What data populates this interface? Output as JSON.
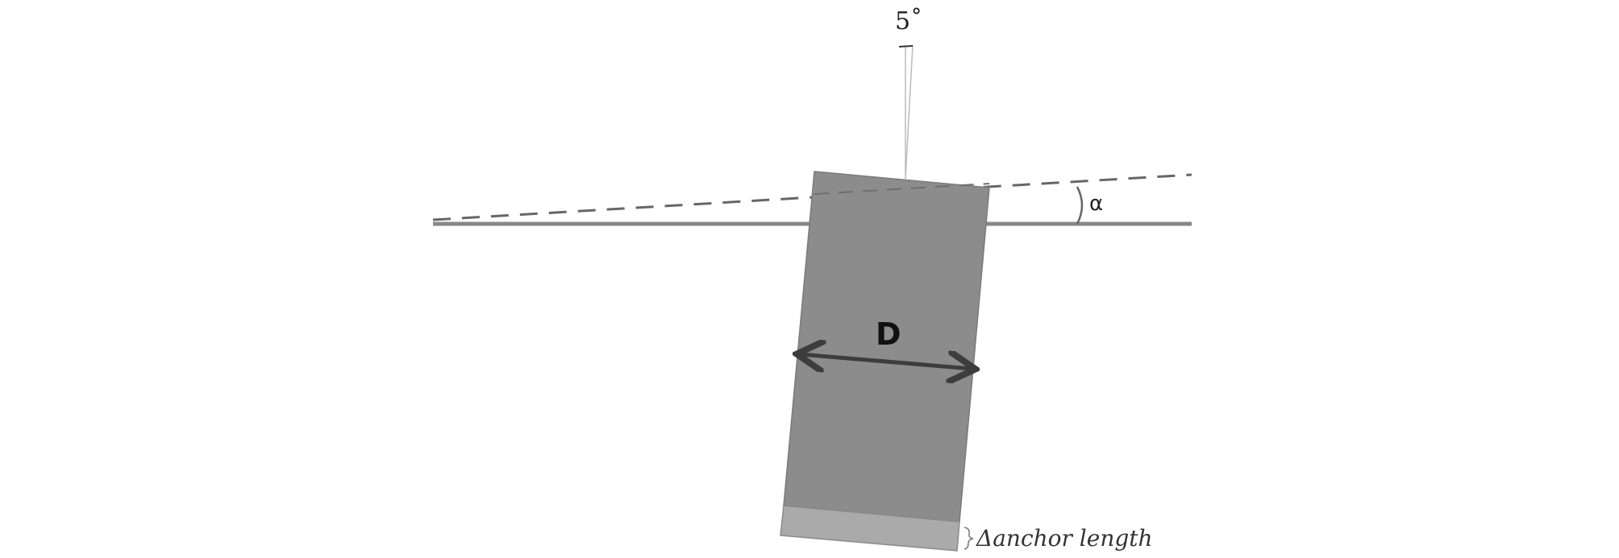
{
  "labels": {
    "diameter": "D",
    "tilt_angle": "5˚",
    "slope_angle": "α",
    "anchor_length": "Δanchor length"
  },
  "colors": {
    "pile_fill": "#8c8c8c",
    "anchor_fill": "#aaaaaa",
    "ground_line": "#888888",
    "dashed_line": "#666666",
    "arrow": "#3d3d3d"
  }
}
